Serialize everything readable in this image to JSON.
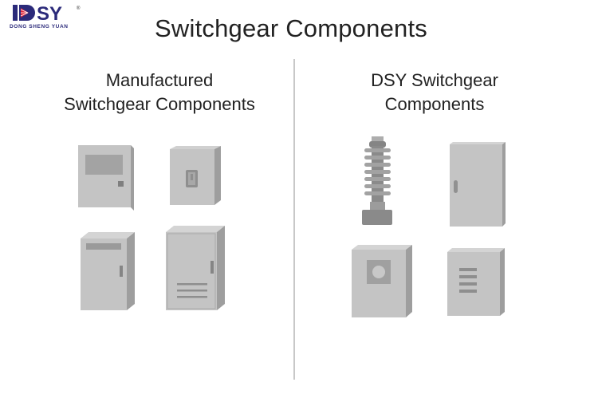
{
  "logo": {
    "brand": "DSY",
    "subtitle": "DONG SHENG YUAN",
    "registered_mark": "®",
    "colors": {
      "primary": "#2b2a7a",
      "accent": "#e0263a"
    }
  },
  "title": "Switchgear Components",
  "columns": [
    {
      "heading_line1": "Manufactured",
      "heading_line2": "Switchgear Components",
      "items": [
        {
          "name": "enclosure-with-display-window",
          "icon": "panel-window-icon"
        },
        {
          "name": "switch-box",
          "icon": "toggle-switch-icon"
        },
        {
          "name": "tall-cabinet-with-label",
          "icon": "cabinet-label-icon"
        },
        {
          "name": "vented-cabinet",
          "icon": "vented-cabinet-icon"
        }
      ]
    },
    {
      "heading_line1": "DSY Switchgear",
      "heading_line2": "Components",
      "items": [
        {
          "name": "insulator-bushing",
          "icon": "insulator-icon"
        },
        {
          "name": "single-door-cabinet",
          "icon": "door-cabinet-icon"
        },
        {
          "name": "meter-box",
          "icon": "meter-box-icon"
        },
        {
          "name": "vented-panel",
          "icon": "vent-panel-icon"
        }
      ]
    }
  ],
  "colors": {
    "face": "#c4c4c4",
    "side": "#9e9e9e",
    "top": "#d6d6d6",
    "detail": "#8e8e8e",
    "divider": "#c8c8c8"
  }
}
